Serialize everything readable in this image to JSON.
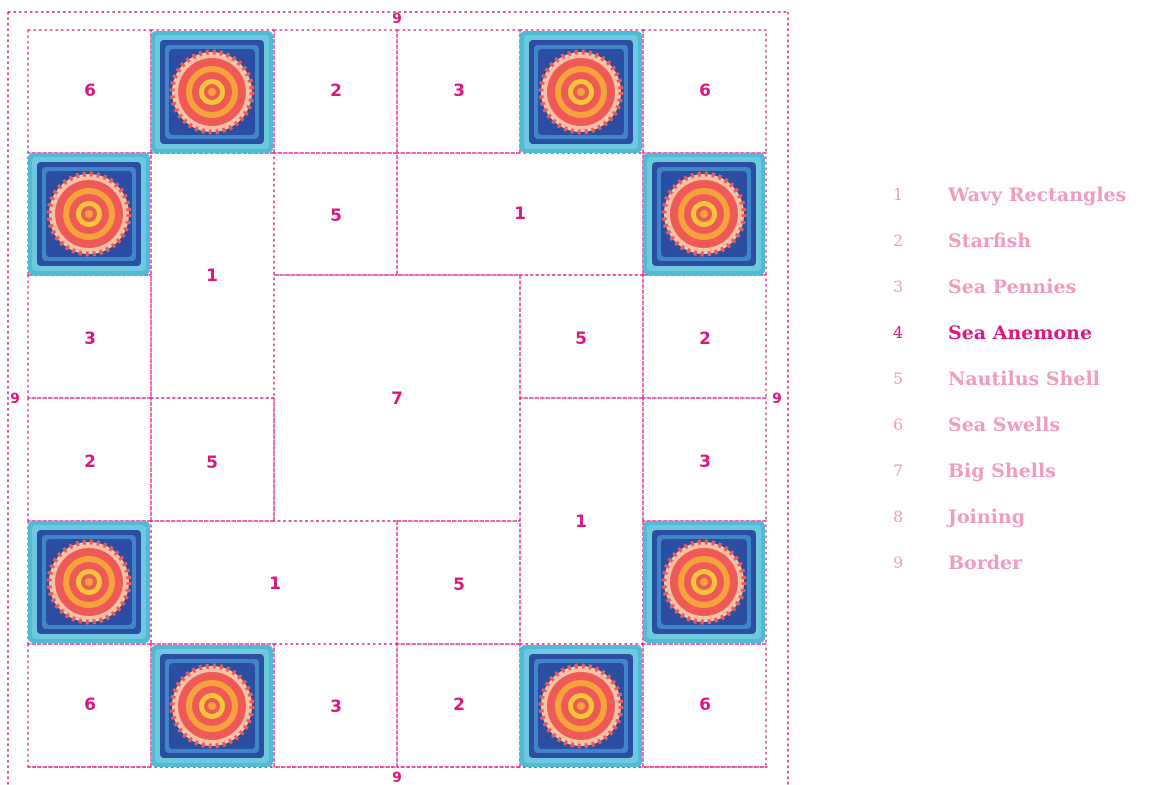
{
  "colors": {
    "accent": "#e0167f",
    "legend_text": "#f09bc2",
    "legend_highlight": "#e0167f",
    "tile_outer": "#4fbcd6",
    "tile_outer_light": "#8ad4e6",
    "tile_navy": "#2b4ea3",
    "tile_blue": "#3f86c9",
    "tile_red": "#ef5a57",
    "tile_orange": "#f6a33c",
    "tile_yellow": "#f5c53a",
    "tile_spoke": "#f7c2a8"
  },
  "diagram": {
    "border_top": "9",
    "border_bottom": "9",
    "border_left": "9",
    "border_right": "9",
    "cells": [
      {
        "label": "6"
      },
      {
        "label": "2"
      },
      {
        "label": "3"
      },
      {
        "label": "6"
      },
      {
        "label": "5"
      },
      {
        "label": "1"
      },
      {
        "label": "1"
      },
      {
        "label": "3"
      },
      {
        "label": "5"
      },
      {
        "label": "2"
      },
      {
        "label": "7"
      },
      {
        "label": "2"
      },
      {
        "label": "5"
      },
      {
        "label": "3"
      },
      {
        "label": "1"
      },
      {
        "label": "1"
      },
      {
        "label": "5"
      },
      {
        "label": "6"
      },
      {
        "label": "3"
      },
      {
        "label": "2"
      },
      {
        "label": "6"
      }
    ],
    "tile_icon": "sea-anemone-crochet-square"
  },
  "legend": [
    {
      "num": "1",
      "label": "Wavy Rectangles",
      "highlight": false
    },
    {
      "num": "2",
      "label": "Starfish",
      "highlight": false
    },
    {
      "num": "3",
      "label": "Sea Pennies",
      "highlight": false
    },
    {
      "num": "4",
      "label": "Sea Anemone",
      "highlight": true
    },
    {
      "num": "5",
      "label": "Nautilus Shell",
      "highlight": false
    },
    {
      "num": "6",
      "label": "Sea Swells",
      "highlight": false
    },
    {
      "num": "7",
      "label": "Big Shells",
      "highlight": false
    },
    {
      "num": "8",
      "label": "Joining",
      "highlight": false
    },
    {
      "num": "9",
      "label": "Border",
      "highlight": false
    }
  ]
}
